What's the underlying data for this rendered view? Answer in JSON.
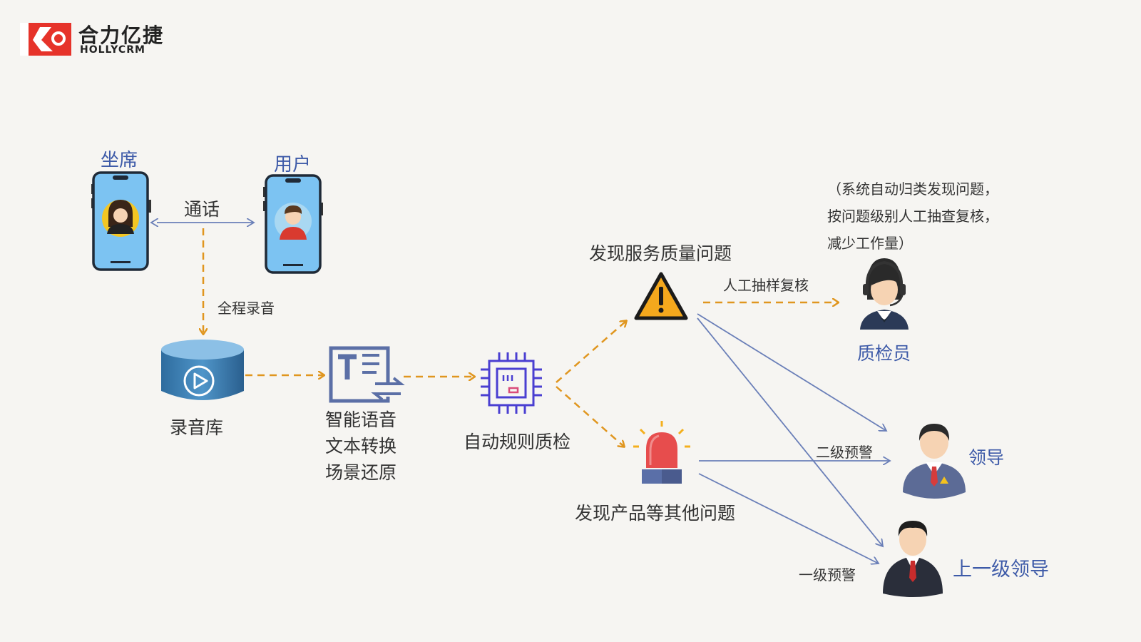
{
  "logo": {
    "name_cn": "合力亿捷",
    "name_en": "HOLLYCRM"
  },
  "nodes": {
    "agent": "坐席",
    "user": "用户",
    "call": "通话",
    "full_recording": "全程录音",
    "recording_library": "录音库",
    "speech_to_text_lines": [
      "智能语音",
      "文本转换",
      "场景还原"
    ],
    "auto_rule_qc": "自动规则质检",
    "service_issue": "发现服务质量问题",
    "manual_sampling": "人工抽样复核",
    "note_lines": [
      "（系统自动归类发现问题，",
      "按问题级别人工抽查复核，",
      "减少工作量）"
    ],
    "inspector": "质检员",
    "product_issue": "发现产品等其他问题",
    "level2_warning": "二级预警",
    "leader": "领导",
    "level1_warning": "一级预警",
    "upper_leader": "上一级领导"
  },
  "colors": {
    "accent_orange": "#e0961f",
    "arrow_blue": "#6a7fb8",
    "label_blue": "#3d5aa8",
    "logo_red": "#e6332a"
  }
}
